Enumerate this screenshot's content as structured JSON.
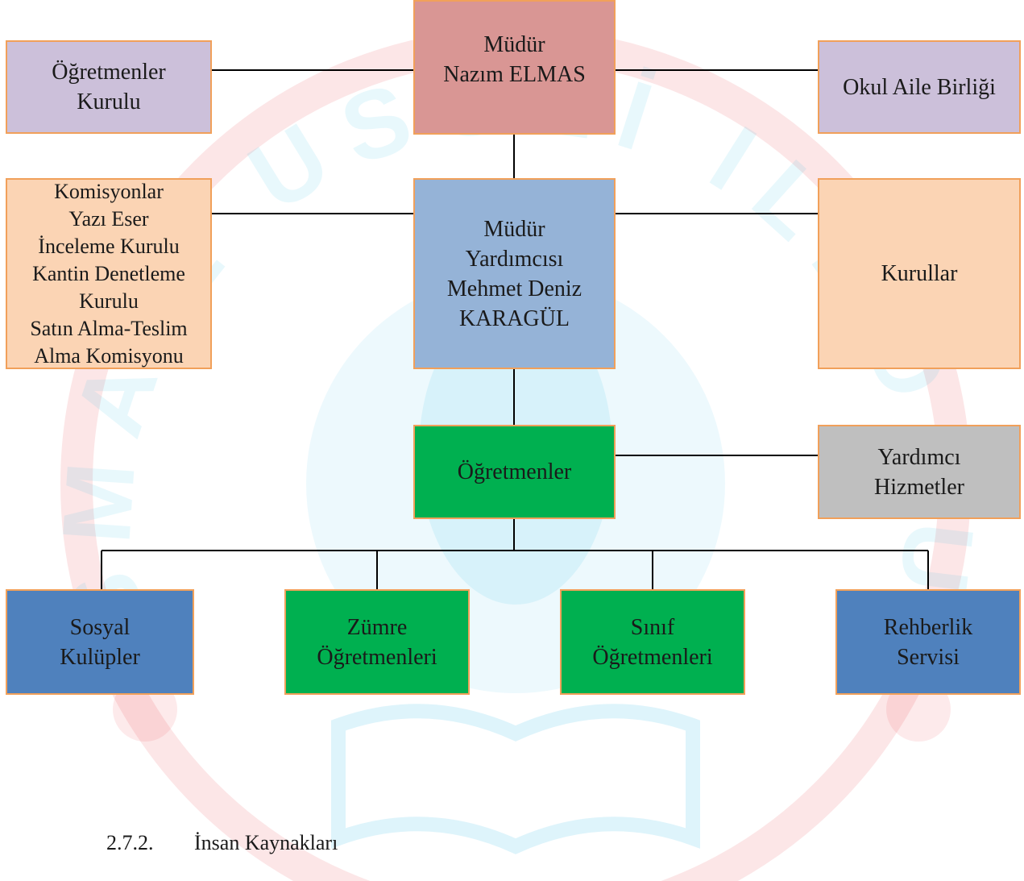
{
  "colors": {
    "border": "#f1a05a",
    "connector": "#000000",
    "principal": "#d99694",
    "councils": "#ccc0da",
    "commissions": "#fbd4b4",
    "vice_principal": "#95b3d7",
    "teachers": "#00b050",
    "support": "#bfbfbf",
    "services": "#4f81bd",
    "watermark_red": "#e8323c",
    "watermark_blue": "#1fb6e6"
  },
  "watermark": {
    "arc_text": "ISMAIL USULİ ILKOKULU"
  },
  "diagram": {
    "principal": "Müdür\nNazım ELMAS",
    "teachers_council": "Öğretmenler\nKurulu",
    "parent_association": "Okul Aile Birliği",
    "commissions": "Komisyonlar\nYazı Eser\nİnceleme Kurulu\nKantin Denetleme\nKurulu\nSatın Alma-Teslim\nAlma Komisyonu",
    "vice_principal": "Müdür\nYardımcısı\nMehmet Deniz\nKARAGÜL",
    "boards": "Kurullar",
    "teachers": "Öğretmenler",
    "support_services": "Yardımcı\nHizmetler",
    "social_clubs": "Sosyal\nKulüpler",
    "branch_teachers": "Zümre\nÖğretmenleri",
    "class_teachers": "Sınıf\nÖğretmenleri",
    "guidance_service": "Rehberlik\nServisi"
  },
  "section": {
    "number": "2.7.2.",
    "title": "İnsan Kaynakları"
  }
}
